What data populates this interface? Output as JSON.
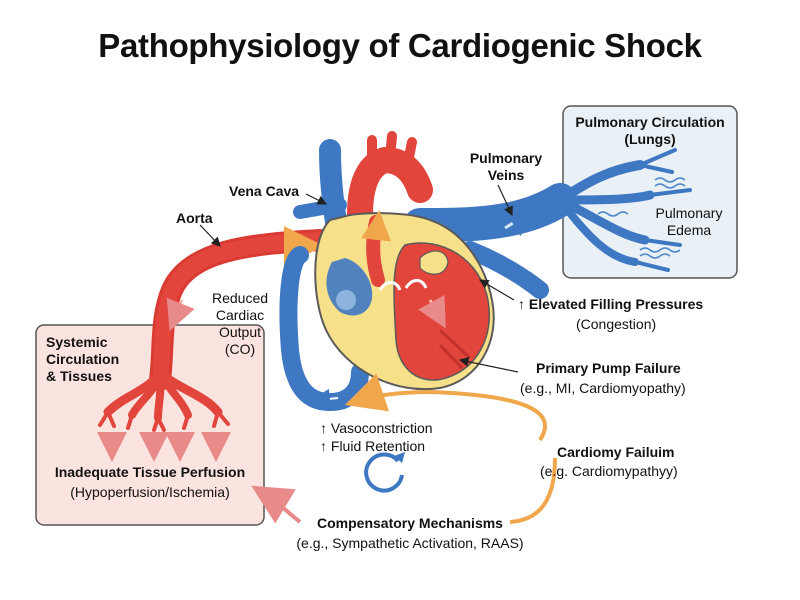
{
  "title": "Pathophysiology of Cardiogenic Shock",
  "colors": {
    "arterial_red": "#e2453c",
    "venous_blue": "#3f78c2",
    "myocardium_yellow": "#f7e08a",
    "tissue_box_bg": "#fbe3df",
    "lung_box_bg": "#e9f0f6",
    "compensatory_arrow": "#f0a64a",
    "perfusion_arrow": "#e88a8a"
  },
  "labels": {
    "vena_cava": "Vena Cava",
    "aorta": "Aorta",
    "pulmonary_veins": [
      "Pulmonary",
      "Veins"
    ],
    "pulmonary_circulation": [
      "Pulmonary Circulation",
      "(Lungs)"
    ],
    "pulmonary_edema": [
      "Pulmonary",
      "Edema"
    ],
    "elevated_filling": "↑ Elevated Filling Pressures",
    "congestion": "(Congestion)",
    "primary_pump_failure": "Primary Pump Failure",
    "pump_failure_examples": "(e.g., MI, Cardiomyopathy)",
    "reduced_co": [
      "Reduced",
      "Cardiac",
      "Output",
      "(CO)"
    ],
    "systemic_circulation": [
      "Systemic",
      "Circulation",
      "& Tissues"
    ],
    "inadequate_perfusion": "Inadequate Tissue Perfusion",
    "hypoperfusion": "(Hypoperfusion/Ischemia)",
    "vasoconstriction": "↑ Vasoconstriction",
    "fluid_retention": "↑ Fluid Retention",
    "cardiomy_failuim": "Cardiomy Failuim",
    "cardiomy_examples": "(e.g. Cardiomypathyy)",
    "compensatory": "Compensatory Mechanisms",
    "compensatory_examples": "(e.g., Sympathetic Activation, RAAS)"
  }
}
